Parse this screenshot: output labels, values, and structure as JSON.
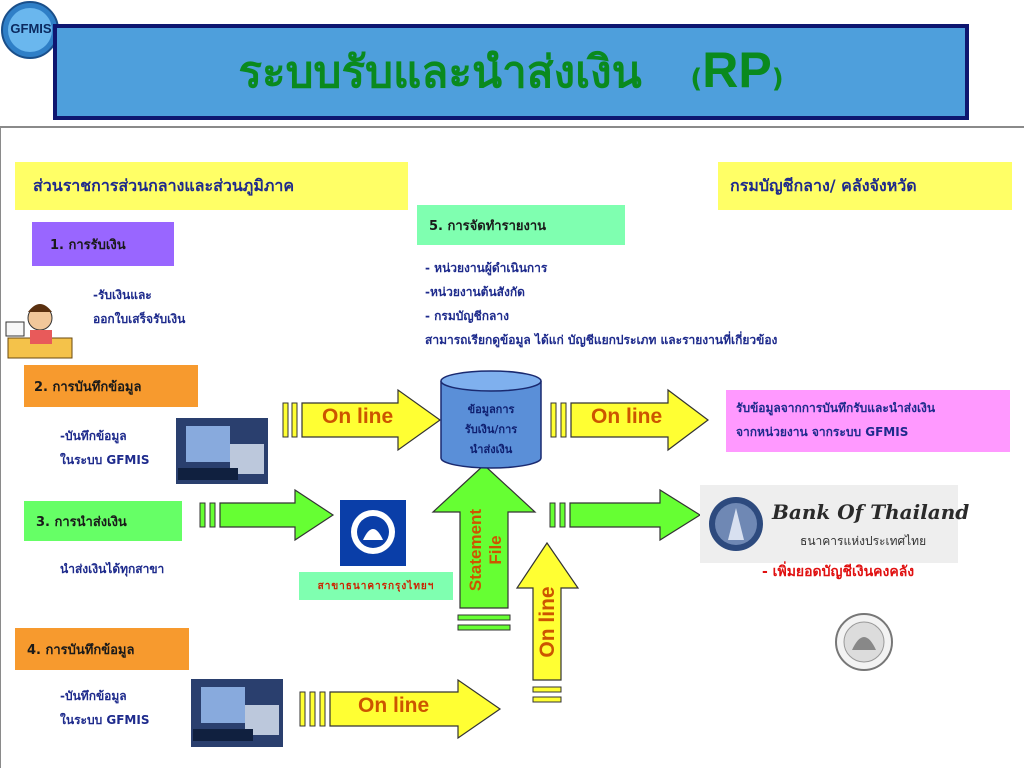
{
  "header": {
    "logo_text": "GFMIS",
    "title_main": "ระบบรับและนำส่งเงิน",
    "title_paren_l": "(",
    "title_rp": "RP",
    "title_paren_r": ")"
  },
  "left_panel": {
    "heading": "ส่วนราชการส่วนกลางและส่วนภูมิภาค",
    "step1": {
      "label": "1. การรับเงิน",
      "desc1": "-รับเงินและ",
      "desc2": "ออกใบเสร็จรับเงิน"
    },
    "step2": {
      "label": "2. การบันทึกข้อมูล",
      "desc1": "-บันทึกข้อมูล",
      "desc2": "ในระบบ GFMIS"
    },
    "step3": {
      "label": "3. การนำส่งเงิน",
      "desc1": "นำส่งเงินได้ทุกสาขา"
    },
    "step4": {
      "label": "4. การบันทึกข้อมูล",
      "desc1": "-บันทึกข้อมูล",
      "desc2": "ในระบบ GFMIS"
    }
  },
  "right_panel": {
    "heading": "กรมบัญชีกลาง/ คลังจังหวัด",
    "pink_line1": "รับข้อมูลจากการบันทึกรับและนำส่งเงิน",
    "pink_line2": "จากหน่วยงาน  จากระบบ GFMIS",
    "bank_name_en": "Bank Of Thailand",
    "bank_name_th": "ธนาคารแห่งประเทศไทย",
    "bank_note": "- เพิ่มยอดบัญชีเงินคงคลัง"
  },
  "center": {
    "step5_label": "5. การจัดทำรายงาน",
    "report_lines": [
      "- หน่วยงานผู้ดำเนินการ",
      "-หน่วยงานต้นสังกัด",
      "- กรมบัญชีกลาง",
      "สามารถเรียกดูข้อมูล ได้แก่ บัญชีแยกประเภท และรายงานที่เกี่ยวข้อง"
    ],
    "db_line1": "ข้อมูลการ",
    "db_line2": "รับเงิน/การ",
    "db_line3": "นำส่งเงิน",
    "ktb_label": "สาขาธนาคารกรุงไทยฯ",
    "statement_line1": "Statement",
    "statement_line2": "File",
    "online_label": "On line"
  },
  "colors": {
    "title_bg": "#4e9fdc",
    "title_border": "#0e1670",
    "title_text": "#0a8a1e",
    "arrow_yellow": "#ffff33",
    "arrow_green": "#66ff33",
    "heading_yellow": "#ffff66",
    "step_orange": "#f79a2e",
    "db_blue": "#5a8fd8",
    "pink_box": "#ff99ff"
  }
}
